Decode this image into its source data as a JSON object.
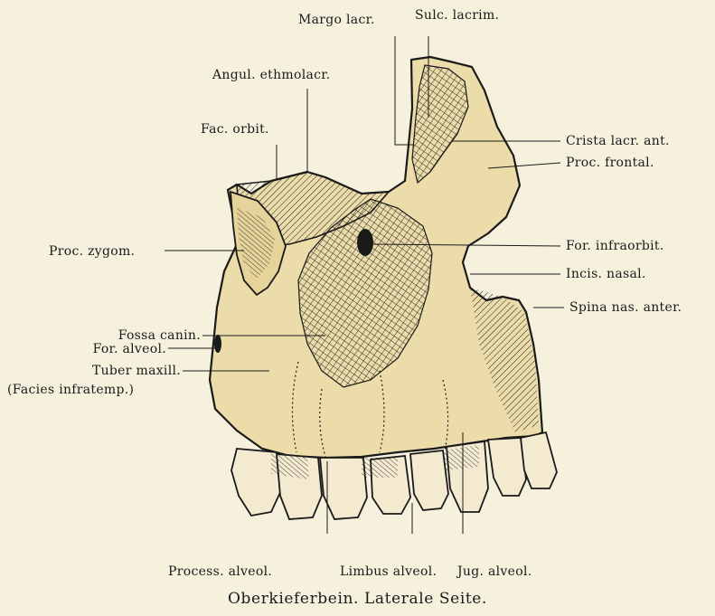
{
  "caption": "Oberkieferbein. Laterale Seite.",
  "labels": {
    "margo_lacr": "Margo lacr.",
    "sulc_lacrim": "Sulc. lacrim.",
    "angul_ethmolacr": "Angul. ethmolacr.",
    "fac_orbit": "Fac. orbit.",
    "crista_lacr_ant": "Crista lacr. ant.",
    "proc_frontal": "Proc. frontal.",
    "proc_zygom": "Proc. zygom.",
    "for_infraorbit": "For. infraorbit.",
    "incis_nasal": "Incis. nasal.",
    "spina_nas_anter": "Spina nas. anter.",
    "fossa_canin": "Fossa canin.",
    "for_alveol": "For. alveol.",
    "tuber_maxill": "Tuber maxill.",
    "facies_infratemp": "(Facies infratemp.)",
    "process_alveol": "Process. alveol.",
    "limbus_alveol": "Limbus alveol.",
    "jug_alveol": "Jug. alveol."
  },
  "colors": {
    "bone": "#ecdcaa",
    "ink": "#1a1a1a",
    "tooth": "#f4ead0",
    "background": "#f6f1dd"
  }
}
